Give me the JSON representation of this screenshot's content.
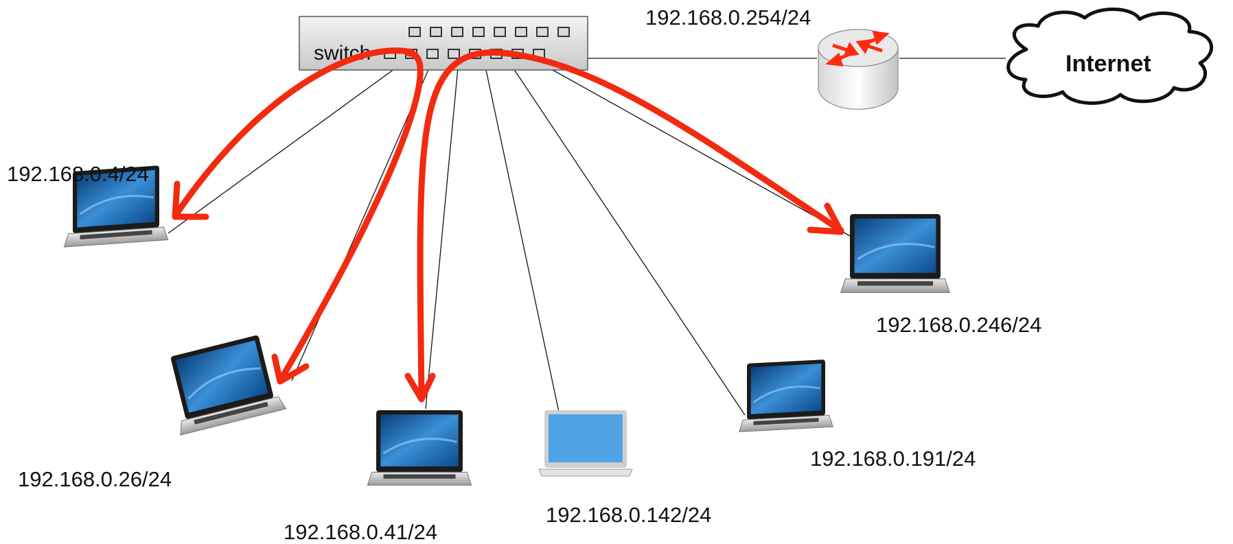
{
  "switch": {
    "label": "switch"
  },
  "router": {
    "ip": "192.168.0.254/24"
  },
  "cloud": {
    "label": "Internet"
  },
  "hosts": [
    {
      "id": "h4",
      "ip": "192.168.0.4/24"
    },
    {
      "id": "h26",
      "ip": "192.168.0.26/24"
    },
    {
      "id": "h41",
      "ip": "192.168.0.41/24"
    },
    {
      "id": "h142",
      "ip": "192.168.0.142/24"
    },
    {
      "id": "h191",
      "ip": "192.168.0.191/24"
    },
    {
      "id": "h246",
      "ip": "192.168.0.246/24"
    }
  ],
  "colors": {
    "arrow": "#f22a10",
    "screen": "#1e6fb4",
    "link": "#111111"
  },
  "icons": [
    "switch-icon",
    "router-icon",
    "cloud-icon",
    "laptop-icon"
  ]
}
